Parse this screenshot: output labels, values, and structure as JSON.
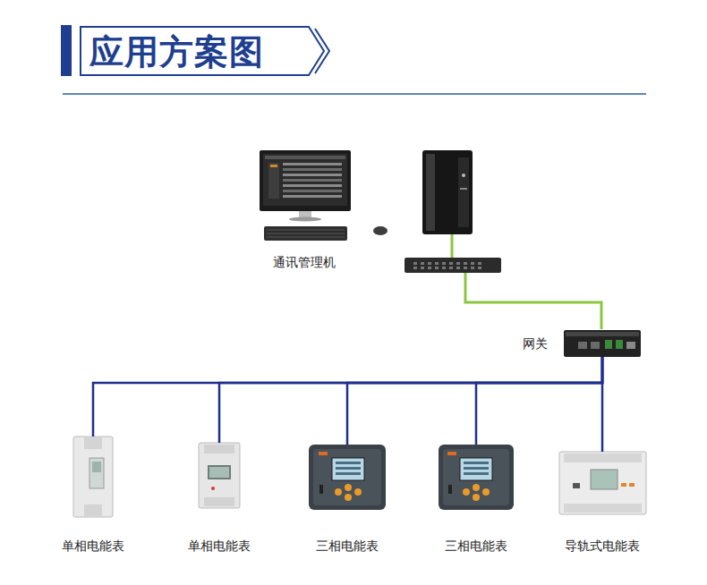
{
  "diagram": {
    "title": "应用方案图",
    "nodes": [
      {
        "text": [
          "通讯管理机"
        ]
      },
      {
        "text": [
          "网关"
        ]
      },
      {
        "text": [
          "单相电能表"
        ]
      },
      {
        "text": [
          "单相电能表"
        ]
      },
      {
        "text": [
          "三相电能表"
        ]
      },
      {
        "text": [
          "三相电能表"
        ]
      },
      {
        "text": [
          "导轨式电能表"
        ]
      }
    ],
    "edges": [
      {
        "from": 1,
        "to": 2,
        "arrow": "none"
      },
      {
        "from": 1,
        "to": 3,
        "arrow": "none"
      },
      {
        "from": 1,
        "to": 4,
        "arrow": "none"
      },
      {
        "from": 1,
        "to": 5,
        "arrow": "none"
      },
      {
        "from": 1,
        "to": 6,
        "arrow": "none"
      }
    ]
  }
}
